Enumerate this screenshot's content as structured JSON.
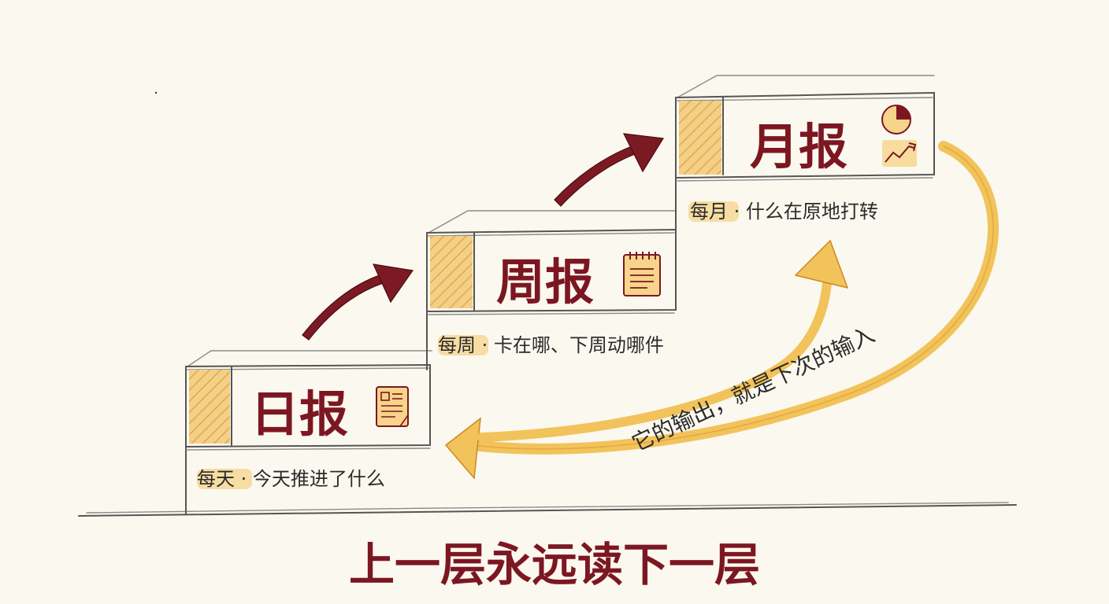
{
  "steps": [
    {
      "title": "日报",
      "freq": "每天",
      "desc": " · 今天推进了什么",
      "icon": "report-sheet-icon"
    },
    {
      "title": "周报",
      "freq": "每周",
      "desc": " · 卡在哪、下周动哪件",
      "icon": "notepad-icon"
    },
    {
      "title": "月报",
      "freq": "每月",
      "desc": " · 什么在原地打转",
      "icon": "pie-chart-icon"
    }
  ],
  "loop_label": "它的输出，就是下次的输入",
  "footer": "上一层永远读下一层",
  "colors": {
    "title": "#7c1722",
    "arrow_up": "#7c1a24",
    "loop_arrow": "#f2c35b",
    "highlight": "#f6d48a",
    "line": "#555555"
  }
}
